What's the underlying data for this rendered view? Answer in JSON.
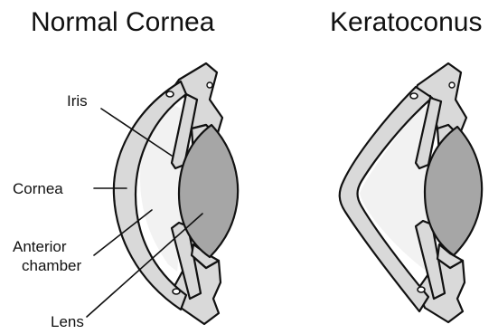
{
  "titles": {
    "normal": "Normal Cornea",
    "keratoconus": "Keratoconus"
  },
  "labels": {
    "iris": "Iris",
    "cornea": "Cornea",
    "anterior_line1": "Anterior",
    "anterior_line2": "chamber",
    "lens": "Lens"
  },
  "colors": {
    "tissue": "#d9d9d9",
    "chamber": "#f2f2f2",
    "lens": "#a6a6a6",
    "outline": "#111111",
    "background": "#ffffff"
  }
}
